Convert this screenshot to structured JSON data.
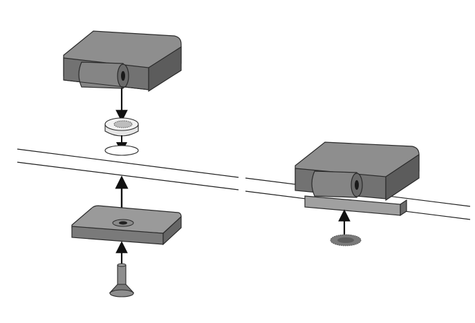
{
  "diagram": {
    "kind": "assembly-instruction",
    "text_labels": [],
    "colors": {
      "part_top": "#8e8e8e",
      "part_front": "#707070",
      "part_side": "#5c5c5c",
      "part_edge": "#2a2a2a",
      "plate_top": "#9a9a9a",
      "plate_front": "#7a7a7a",
      "arrow": "#111111",
      "rail_line": "#1e1e1e",
      "background": "#ffffff"
    },
    "parts": [
      {
        "id": "hinge-block-exploded",
        "icon": "hinge-block"
      },
      {
        "id": "knurled-washer",
        "icon": "washer"
      },
      {
        "id": "washer-seat-outline",
        "icon": "circle-outline"
      },
      {
        "id": "mounting-plate",
        "icon": "plate-with-hole"
      },
      {
        "id": "countersunk-screw",
        "icon": "screw"
      },
      {
        "id": "hinge-block-assembled",
        "icon": "hinge-block"
      },
      {
        "id": "base-plate-assembled",
        "icon": "plate"
      },
      {
        "id": "adhesive-pad",
        "icon": "pad"
      }
    ]
  }
}
